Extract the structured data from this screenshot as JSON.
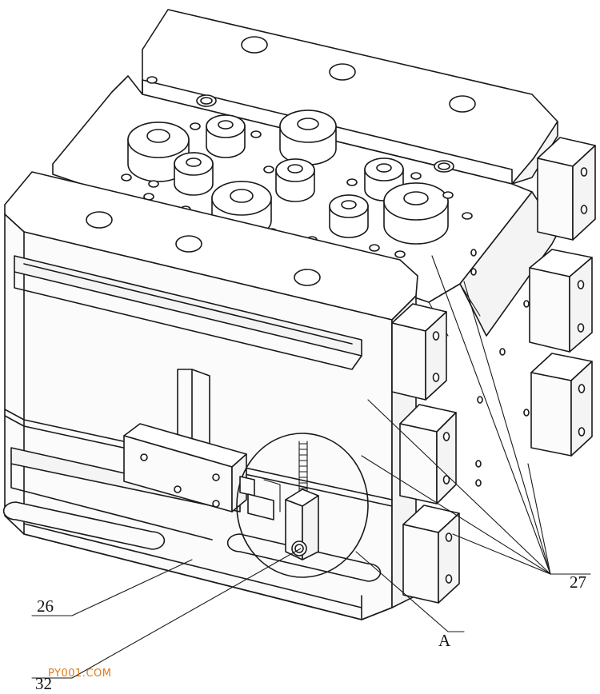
{
  "labels": {
    "part_26": "26",
    "part_27": "27",
    "part_32": "32",
    "detail_a": "A"
  },
  "watermark": {
    "text": "PY001.COM",
    "color": "#e07a1a"
  },
  "colors": {
    "line": "#1a1a1a",
    "background": "#ffffff"
  }
}
